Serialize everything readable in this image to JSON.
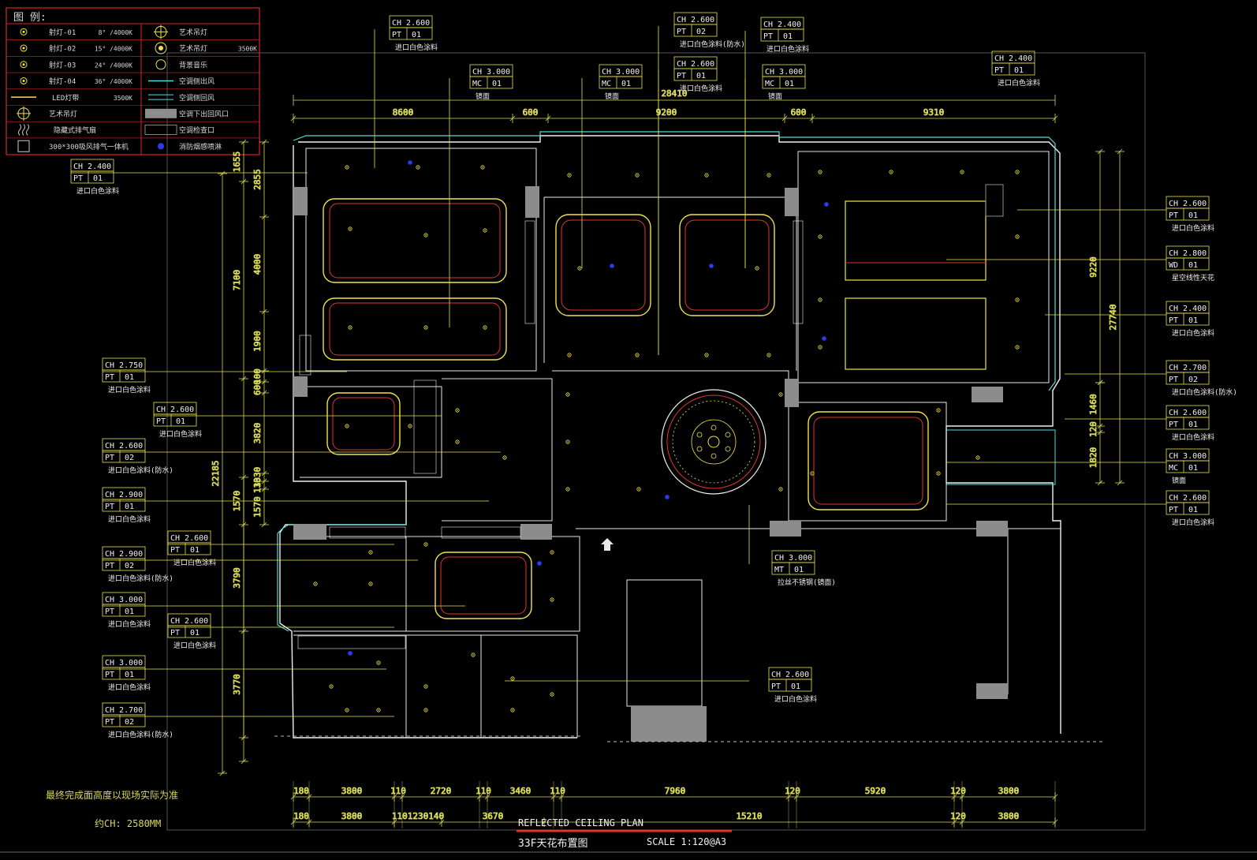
{
  "legend": {
    "title": "图 例:",
    "left_items": [
      {
        "label": "射灯-01",
        "spec": "8° /4000K",
        "icon": "spotlight-icon"
      },
      {
        "label": "射灯-02",
        "spec": "15° /4000K",
        "icon": "spotlight-icon"
      },
      {
        "label": "射灯-03",
        "spec": "24° /4000K",
        "icon": "spotlight-icon"
      },
      {
        "label": "射灯-04",
        "spec": "36° /4000K",
        "icon": "spotlight-icon"
      },
      {
        "label": "LED灯带",
        "spec": "3500K",
        "icon": "led-strip-icon"
      },
      {
        "label": "艺术吊灯",
        "spec": "",
        "icon": "pendant-lamp-icon"
      },
      {
        "label": "隐藏式排气扇",
        "spec": "",
        "icon": "exhaust-fan-icon"
      },
      {
        "label": "300*300吸风排气一体机",
        "spec": "",
        "icon": "exhaust-unit-icon"
      }
    ],
    "right_items": [
      {
        "label": "艺术吊灯",
        "spec": "",
        "icon": "chandelier-icon"
      },
      {
        "label": "艺术吊灯",
        "spec": "3500K",
        "icon": "art-lamp-icon"
      },
      {
        "label": "背景音乐",
        "spec": "",
        "icon": "speaker-icon"
      },
      {
        "label": "空调侧出风",
        "spec": "",
        "icon": "ac-side-outlet-icon"
      },
      {
        "label": "空调侧回风",
        "spec": "",
        "icon": "ac-side-return-icon"
      },
      {
        "label": "空调下出回风口",
        "spec": "",
        "icon": "ac-bottom-vent-icon"
      },
      {
        "label": "空调检查口",
        "spec": "",
        "icon": "ac-access-icon"
      },
      {
        "label": "消防烟感喷淋",
        "spec": "",
        "icon": "smoke-sprinkler-icon"
      }
    ]
  },
  "dimensions": {
    "top_total": "28410",
    "top_segments": [
      "8600",
      "600",
      "9200",
      "600",
      "9310"
    ],
    "left_outer": [
      "1655",
      "7100",
      "22185",
      "1570",
      "3790",
      "3770"
    ],
    "left_inner": [
      "2855",
      "4000",
      "1900",
      "100",
      "600",
      "3820",
      "3330",
      "110",
      "1570"
    ],
    "right_outer": [
      "9220",
      "27740"
    ],
    "right_inner": [
      "1460",
      "120",
      "1820"
    ],
    "bottom_row1": [
      "180",
      "3800",
      "110",
      "2720",
      "110",
      "3460",
      "110",
      "7960",
      "120",
      "5920",
      "120",
      "3800"
    ],
    "bottom_row2": [
      "180",
      "3800",
      "1101230140",
      "3670",
      "15210",
      "120",
      "3800"
    ]
  },
  "tags": [
    {
      "ch": "CH 2.600",
      "m": "PT",
      "n": "01",
      "note": "进口白色涂料"
    },
    {
      "ch": "CH 2.600",
      "m": "PT",
      "n": "02",
      "note": "进口白色涂料(防水)"
    },
    {
      "ch": "CH 2.600",
      "m": "PT",
      "n": "01",
      "note": "进口白色涂料"
    },
    {
      "ch": "CH 2.400",
      "m": "PT",
      "n": "01",
      "note": "进口白色涂料"
    },
    {
      "ch": "CH 3.000",
      "m": "MC",
      "n": "01",
      "note": "镜面"
    },
    {
      "ch": "CH 3.000",
      "m": "MC",
      "n": "01",
      "note": "镜面"
    },
    {
      "ch": "CH 3.000",
      "m": "MC",
      "n": "01",
      "note": "镜面"
    },
    {
      "ch": "CH 2.400",
      "m": "PT",
      "n": "01",
      "note": "进口白色涂料"
    },
    {
      "ch": "CH 2.400",
      "m": "PT",
      "n": "01",
      "note": "进口白色涂料"
    },
    {
      "ch": "CH 2.750",
      "m": "PT",
      "n": "01",
      "note": "进口白色涂料"
    },
    {
      "ch": "CH 2.600",
      "m": "PT",
      "n": "01",
      "note": "进口白色涂料"
    },
    {
      "ch": "CH 2.600",
      "m": "PT",
      "n": "02",
      "note": "进口白色涂料(防水)"
    },
    {
      "ch": "CH 2.900",
      "m": "PT",
      "n": "01",
      "note": "进口白色涂料"
    },
    {
      "ch": "CH 2.600",
      "m": "PT",
      "n": "01",
      "note": "进口白色涂料"
    },
    {
      "ch": "CH 2.900",
      "m": "PT",
      "n": "02",
      "note": "进口白色涂料(防水)"
    },
    {
      "ch": "CH 3.000",
      "m": "PT",
      "n": "01",
      "note": "进口白色涂料"
    },
    {
      "ch": "CH 2.600",
      "m": "PT",
      "n": "01",
      "note": "进口白色涂料"
    },
    {
      "ch": "CH 3.000",
      "m": "PT",
      "n": "01",
      "note": "进口白色涂料"
    },
    {
      "ch": "CH 2.700",
      "m": "PT",
      "n": "02",
      "note": "进口白色涂料(防水)"
    },
    {
      "ch": "CH 2.600",
      "m": "PT",
      "n": "01",
      "note": "进口白色涂料"
    },
    {
      "ch": "CH 2.800",
      "m": "WD",
      "n": "01",
      "note": "星空线性天花"
    },
    {
      "ch": "CH 2.400",
      "m": "PT",
      "n": "01",
      "note": "进口白色涂料"
    },
    {
      "ch": "CH 2.700",
      "m": "PT",
      "n": "02",
      "note": "进口白色涂料(防水)"
    },
    {
      "ch": "CH 2.600",
      "m": "PT",
      "n": "01",
      "note": "进口白色涂料"
    },
    {
      "ch": "CH 3.000",
      "m": "MC",
      "n": "01",
      "note": "镜面"
    },
    {
      "ch": "CH 2.600",
      "m": "PT",
      "n": "01",
      "note": "进口白色涂料"
    },
    {
      "ch": "CH 3.000",
      "m": "MT",
      "n": "01",
      "note": "拉丝不锈钢(镜面)"
    },
    {
      "ch": "CH 2.600",
      "m": "PT",
      "n": "01",
      "note": "进口白色涂料"
    }
  ],
  "notes": {
    "final_height": "最终完成面高度以现场实际为准",
    "approx_ch": "约CH: 2580MM"
  },
  "title_block": {
    "title_en": "REFLECTED CEILING PLAN",
    "title_cn": "33F天花布置图",
    "scale": "SCALE  1:120@A3"
  },
  "colors": {
    "background": "#000000",
    "dimension": "#d9d95a",
    "wall": "#f2f2f2",
    "led_strip": "#f2e24a",
    "red_line": "#e0362c",
    "cyan": "#56d8d8",
    "legend_border": "#d02828",
    "grey_block": "#8c8c8c"
  }
}
